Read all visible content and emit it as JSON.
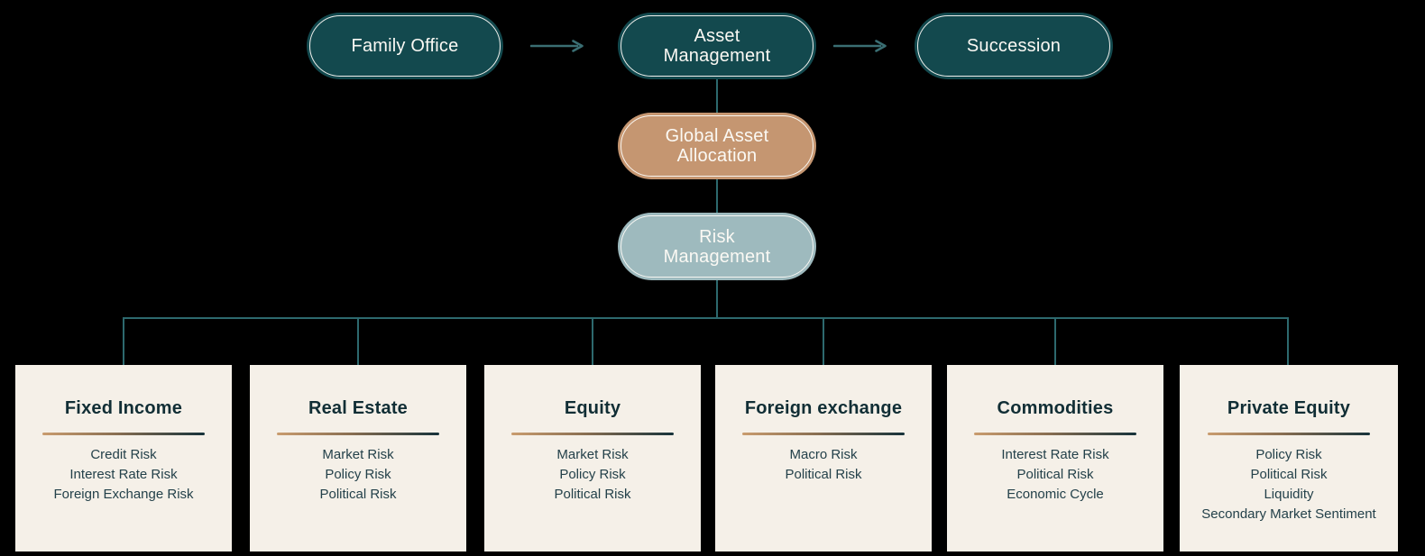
{
  "flow_nodes": {
    "family_office": {
      "label": "Family Office",
      "fill": "#13494e"
    },
    "asset_management": {
      "label": "Asset Management",
      "fill": "#13494e"
    },
    "succession": {
      "label": "Succession",
      "fill": "#13494e"
    },
    "global_asset_allocation": {
      "label": "Global Asset Allocation",
      "fill": "#c59671"
    },
    "risk_management": {
      "label": "Risk Management",
      "fill": "#9ebabe"
    }
  },
  "risk_boxes": [
    {
      "title": "Fixed Income",
      "items": [
        "Credit Risk",
        "Interest Rate Risk",
        "Foreign Exchange Risk"
      ]
    },
    {
      "title": "Real Estate",
      "items": [
        "Market Risk",
        "Policy Risk",
        "Political Risk"
      ]
    },
    {
      "title": "Equity",
      "items": [
        "Market Risk",
        "Policy Risk",
        "Political Risk"
      ]
    },
    {
      "title": "Foreign exchange",
      "items": [
        "Macro Risk",
        "Political Risk"
      ]
    },
    {
      "title": "Commodities",
      "items": [
        "Interest Rate Risk",
        "Political Risk",
        "Economic Cycle"
      ]
    },
    {
      "title": "Private Equity",
      "items": [
        "Policy Risk",
        "Political Risk",
        "Liquidity",
        "Secondary Market Sentiment"
      ]
    }
  ],
  "icons": {
    "flow_arrow": "→"
  },
  "colors": {
    "background": "#000000",
    "node_dark_teal": "#13494e",
    "node_tan": "#c59671",
    "node_slate_blue": "#9ebabe",
    "node_inner_border": "#fcfaf5",
    "connector_line": "#2d696e",
    "arrow": "#3a6e73",
    "box_background": "#f5f0e8",
    "box_title_text": "#112e35",
    "box_item_text": "#24414a",
    "underline_gradient_start": "#c99c6e",
    "underline_gradient_end": "#16323a"
  }
}
